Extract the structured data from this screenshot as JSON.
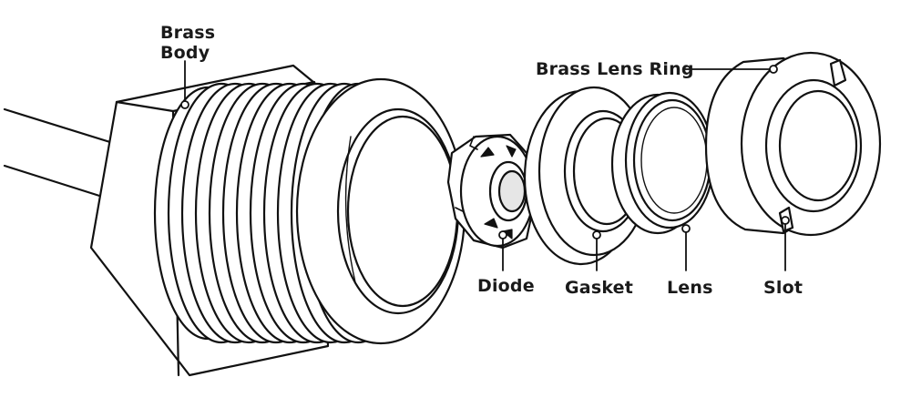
{
  "labels": {
    "brass_body_line1": "Brass",
    "brass_body_line2": "Body",
    "brass_lens_ring": "Brass Lens Ring",
    "diode": "Diode",
    "gasket": "Gasket",
    "lens": "Lens",
    "slot": "Slot"
  },
  "colors": {
    "line": "#111111",
    "fill": "#ffffff",
    "shade": "#e6e6e6",
    "text": "#1a1a1a"
  }
}
